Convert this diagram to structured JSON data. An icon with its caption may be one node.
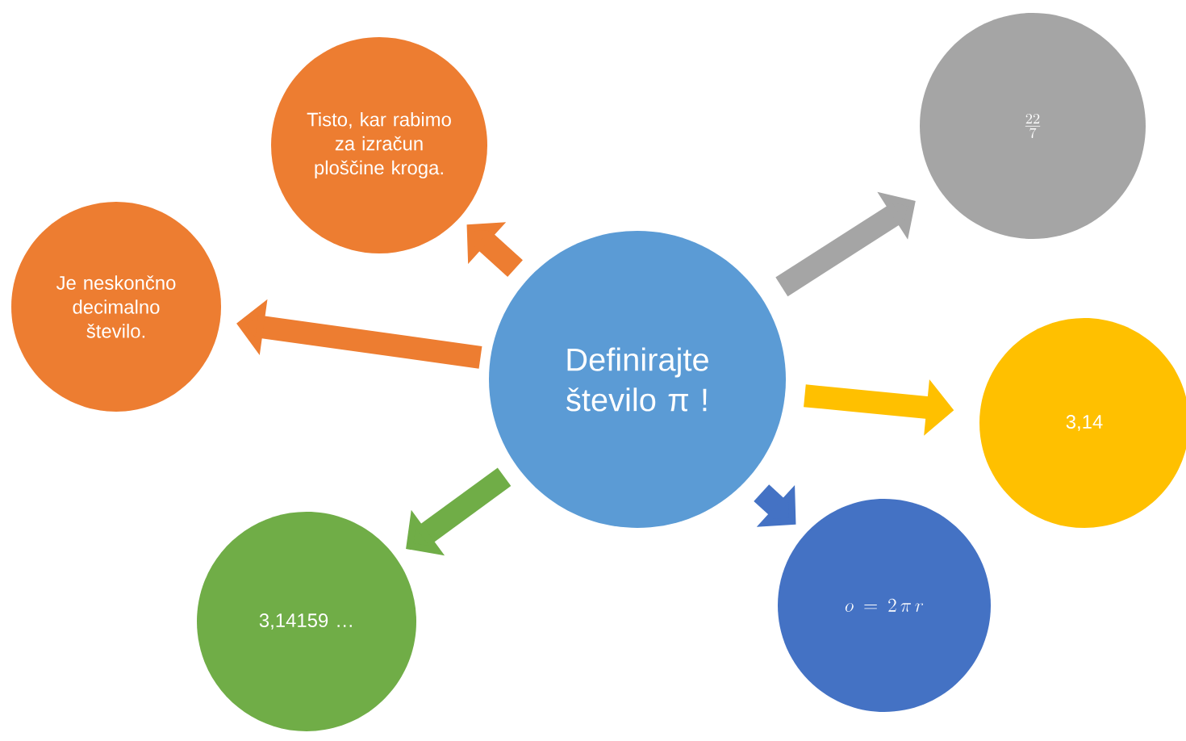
{
  "diagram": {
    "nodes": [
      {
        "text": [
          "Definirajte število π !"
        ]
      },
      {
        "text": [
          "Tisto, kar rabimo za izračun ploščine kroga."
        ]
      },
      {
        "text": [
          "Je neskončno decimalno število."
        ]
      },
      {
        "text": [
          "\\frac{22}{7}"
        ]
      },
      {
        "text": [
          "3,14"
        ]
      },
      {
        "text": [
          "o = 2\\,\\pi\\, r"
        ]
      },
      {
        "text": [
          "3,14159 …"
        ]
      }
    ],
    "edges": [
      {
        "from": 0,
        "to": 1,
        "arrow": "to",
        "color": "#ed7d31"
      },
      {
        "from": 0,
        "to": 2,
        "arrow": "to",
        "color": "#ed7d31"
      },
      {
        "from": 0,
        "to": 3,
        "arrow": "to",
        "color": "#a5a5a5"
      },
      {
        "from": 0,
        "to": 4,
        "arrow": "to",
        "color": "#ffc000"
      },
      {
        "from": 0,
        "to": 5,
        "arrow": "to",
        "color": "#4472c4"
      },
      {
        "from": 0,
        "to": 6,
        "arrow": "to",
        "color": "#70ad47"
      }
    ]
  }
}
